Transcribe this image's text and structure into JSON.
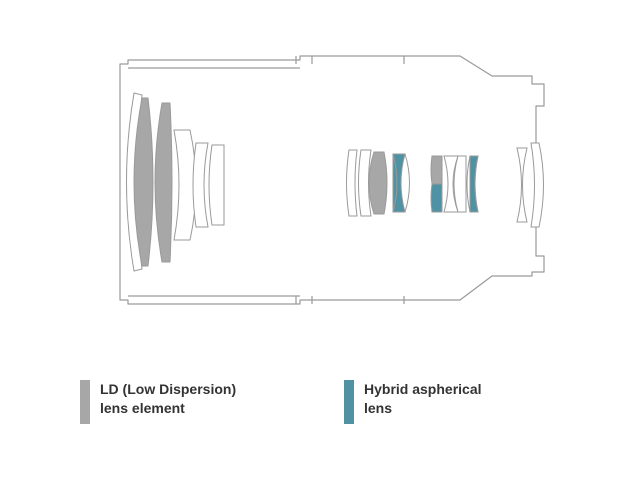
{
  "colors": {
    "outline": "#9a9a9a",
    "ld": "#a7a7a7",
    "hybrid": "#4f92a3",
    "glass": "#ffffff",
    "text": "#333333"
  },
  "legend": [
    {
      "key": "ld",
      "color": "#a7a7a7",
      "lines": [
        "LD (Low Dispersion)",
        "lens element"
      ]
    },
    {
      "key": "hybrid",
      "color": "#4f92a3",
      "lines": [
        "Hybrid aspherical",
        "lens"
      ]
    }
  ]
}
